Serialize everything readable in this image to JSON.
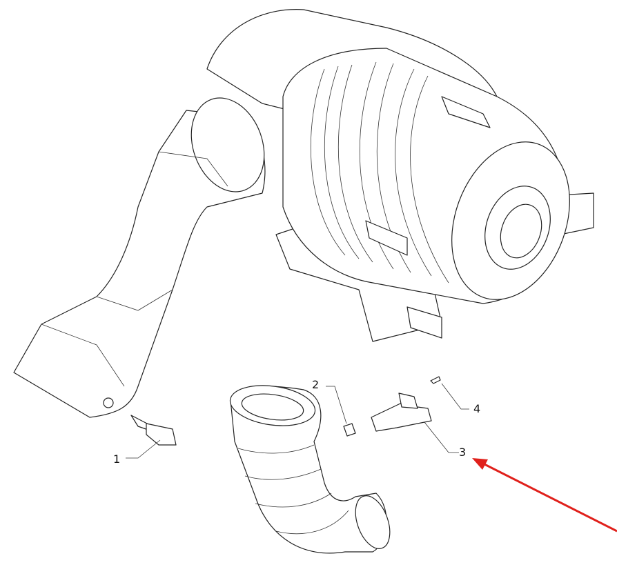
{
  "diagram": {
    "callouts": [
      {
        "id": "1",
        "label": "1"
      },
      {
        "id": "2",
        "label": "2"
      },
      {
        "id": "3",
        "label": "3"
      },
      {
        "id": "4",
        "label": "4"
      }
    ],
    "highlight_arrow_color": "#e0201b",
    "highlighted_callout": "3"
  }
}
